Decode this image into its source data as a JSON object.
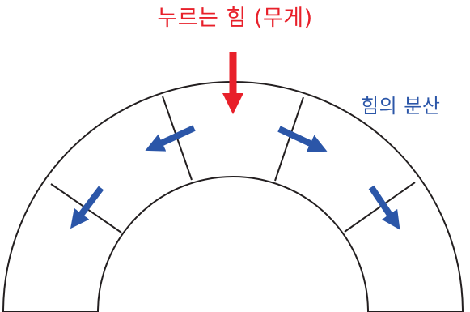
{
  "labels": {
    "force": "누르는 힘 (무게)",
    "distribution": "힘의 분산"
  },
  "colors": {
    "force": "#e8202a",
    "distribution": "#2b56a8",
    "stroke": "#231f20"
  },
  "arch": {
    "stones": 5
  }
}
